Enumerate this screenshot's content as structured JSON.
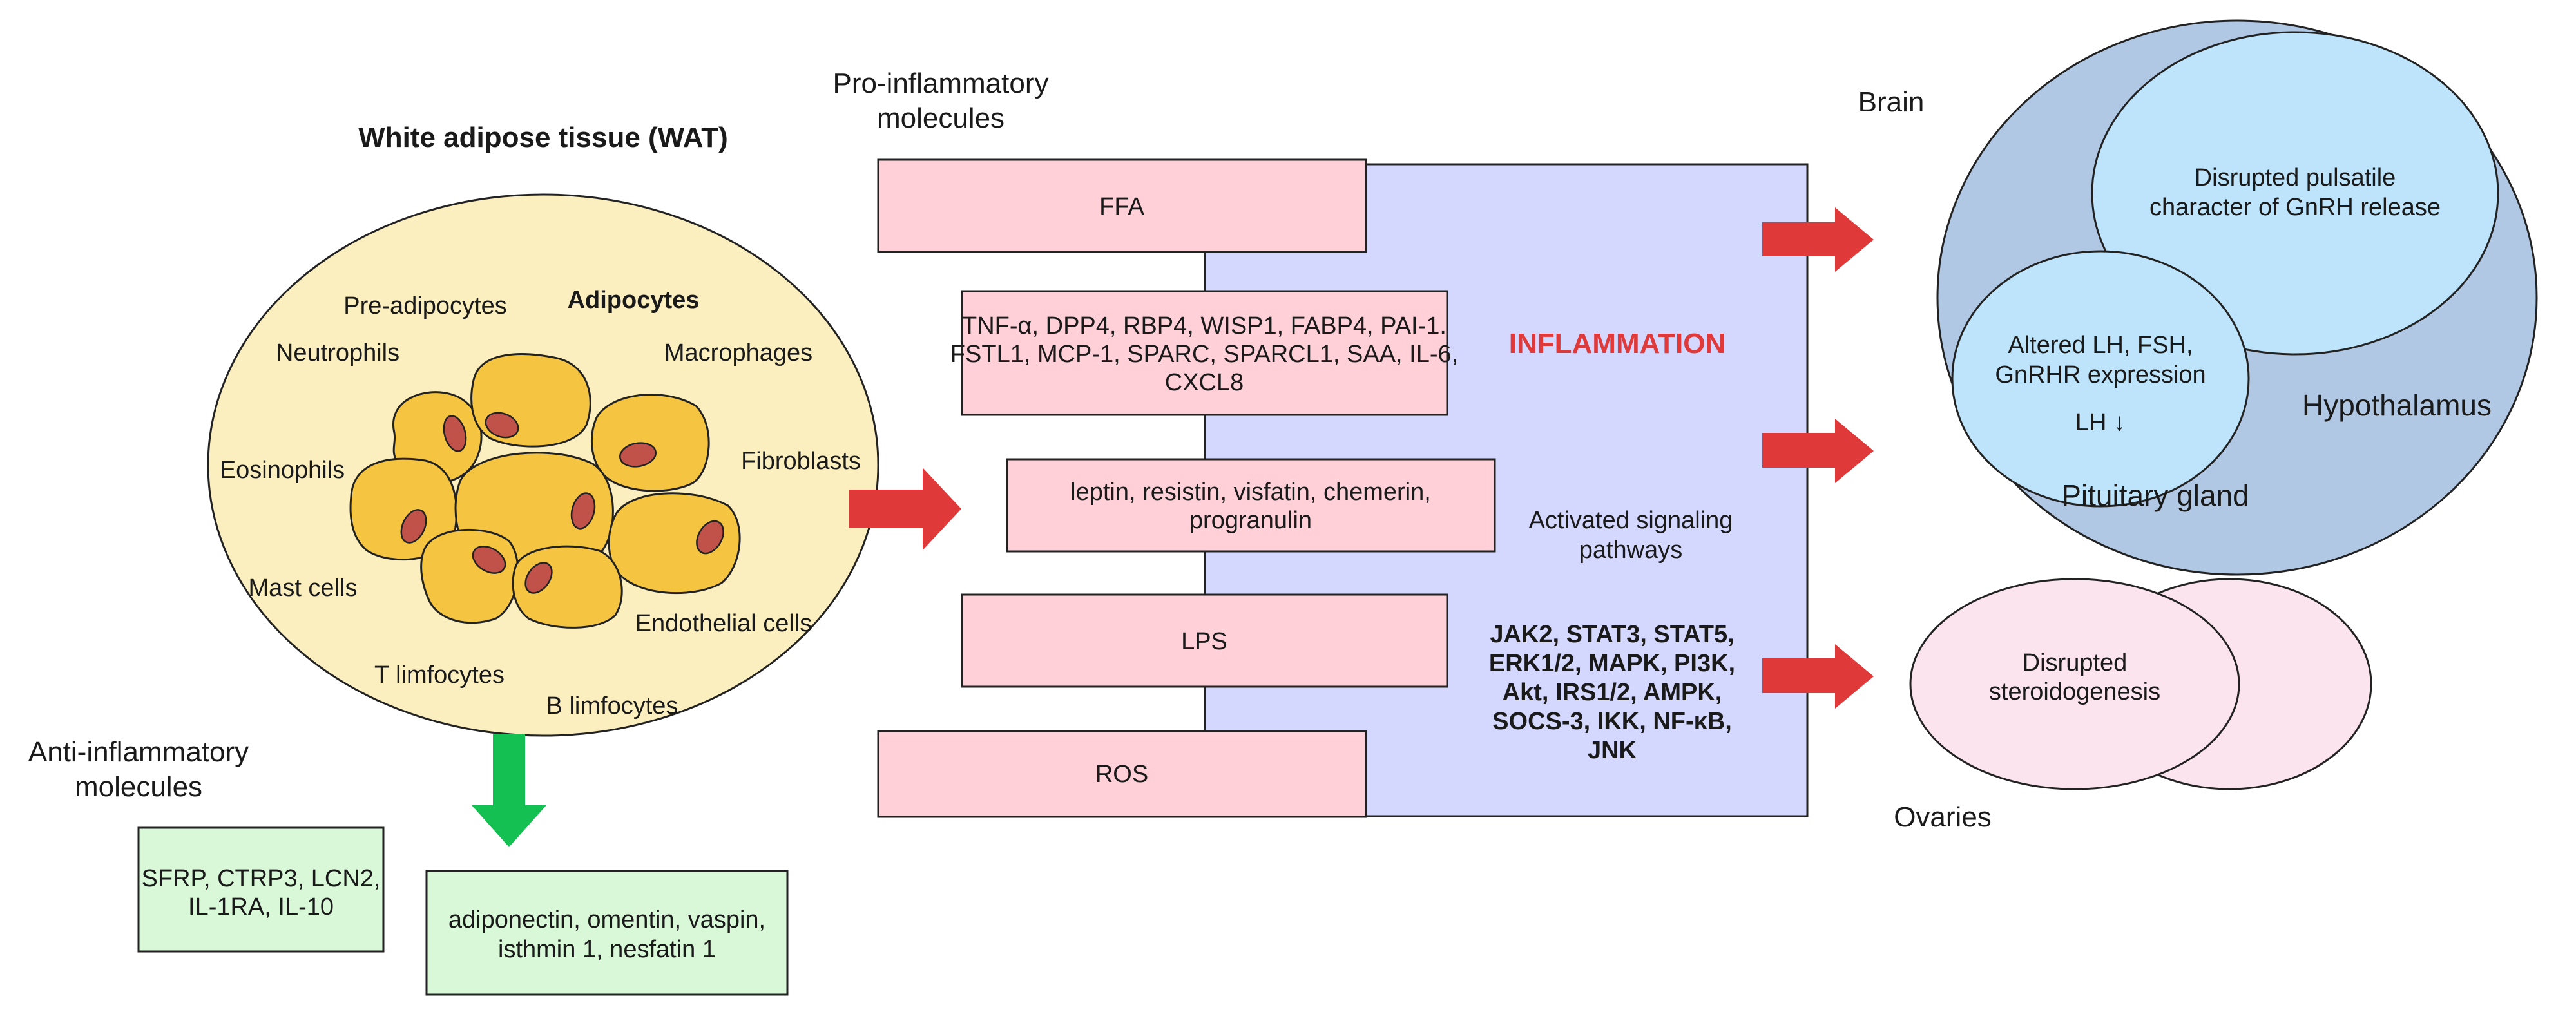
{
  "wat": {
    "title": "White adipose tissue (WAT)",
    "cells": {
      "adipocytes": "Adipocytes",
      "pre_adipocytes": "Pre-adipocytes",
      "neutrophils": "Neutrophils",
      "macrophages": "Macrophages",
      "eosinophils": "Eosinophils",
      "fibroblasts": "Fibroblasts",
      "mast_cells": "Mast cells",
      "endothelial_cells": "Endothelial cells",
      "t_limfocytes": "T limfocytes",
      "b_limfocytes": "B limfocytes"
    }
  },
  "anti_inflammatory": {
    "heading_line1": "Anti-inflammatory",
    "heading_line2": "molecules",
    "box1_line1": "SFRP, CTRP3, LCN2,",
    "box1_line2": "IL-1RA, IL-10",
    "box2_line1": "adiponectin, omentin, vaspin,",
    "box2_line2": "isthmin 1, nesfatin 1"
  },
  "pro_inflammatory": {
    "heading_line1": "Pro-inflammatory",
    "heading_line2": "molecules",
    "ffa": "FFA",
    "cytokines_line1": "TNF-α, DPP4, RBP4, WISP1, FABP4, PAI-1.",
    "cytokines_line2": "FSTL1, MCP-1, SPARC, SPARCL1, SAA, IL-6,",
    "cytokines_line3": "CXCL8",
    "adipokines_line1": "leptin, resistin, visfatin, chemerin,",
    "adipokines_line2": "progranulin",
    "lps": "LPS",
    "ros": "ROS"
  },
  "inflammation": {
    "label": "INFLAMMATION",
    "pathways_heading_line1": "Activated signaling",
    "pathways_heading_line2": "pathways",
    "pathways_line1": "JAK2, STAT3, STAT5,",
    "pathways_line2": "ERK1/2, MAPK, PI3K,",
    "pathways_line3": "Akt, IRS1/2, AMPK,",
    "pathways_line4": "SOCS-3, IKK, NF-κB,",
    "pathways_line5": "JNK"
  },
  "brain": {
    "label": "Brain",
    "hypothalamus": "Hypothalamus",
    "gnrh_line1": "Disrupted pulsatile",
    "gnrh_line2": "character of GnRH release",
    "pituitary": "Pituitary gland",
    "lh_line1": "Altered LH, FSH,",
    "lh_line2": "GnRHR expression",
    "lh_line3": "LH ↓"
  },
  "ovaries": {
    "label": "Ovaries",
    "steroid_line1": "Disrupted",
    "steroid_line2": "steroidogenesis"
  },
  "colors": {
    "wat_fill": "#fcefbf",
    "adipocyte_fill": "#f5c542",
    "nucleus_fill": "#c0524a",
    "pink_box": "#ffd0d8",
    "green_box": "#d8f8d8",
    "inflammation_panel": "#d4d8ff",
    "inflammation_text": "#e0393a",
    "brain_fill": "#b0c8e4",
    "hypothalamus_fill": "#bde4fb",
    "ovary_fill": "#fce4ef",
    "red_arrow": "#e0393a",
    "green_arrow": "#14c052"
  }
}
